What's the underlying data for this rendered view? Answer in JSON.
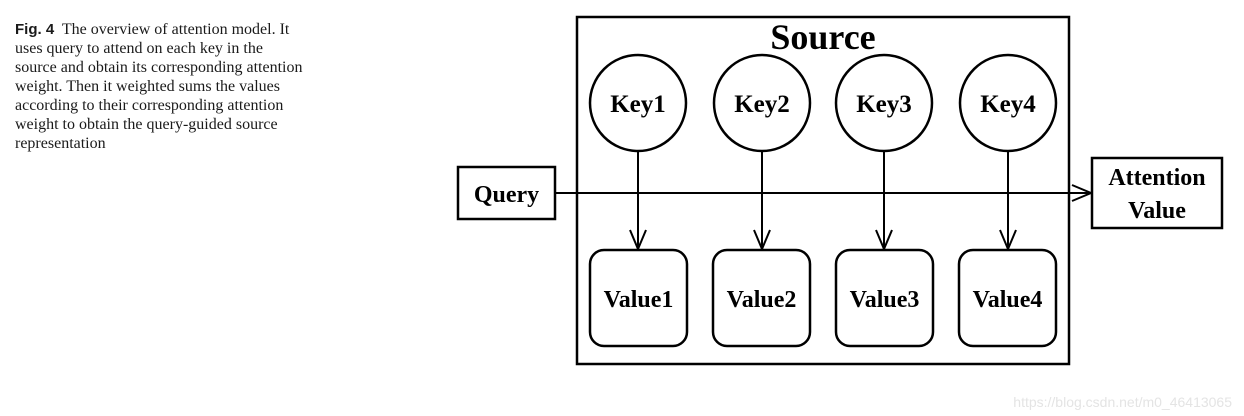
{
  "caption": {
    "label": "Fig. 4",
    "text": "The overview of attention model. It uses query to attend on each key in the source and obtain its corresponding attention weight. Then it weighted sums the values according to their corresponding attention weight to obtain the query-guided source representation"
  },
  "diagram": {
    "source_title": "Source",
    "query_label": "Query",
    "output_label_line1": "Attention",
    "output_label_line2": "Value",
    "keys": [
      "Key1",
      "Key2",
      "Key3",
      "Key4"
    ],
    "values": [
      "Value1",
      "Value2",
      "Value3",
      "Value4"
    ]
  },
  "watermark": "https://blog.csdn.net/m0_46413065"
}
